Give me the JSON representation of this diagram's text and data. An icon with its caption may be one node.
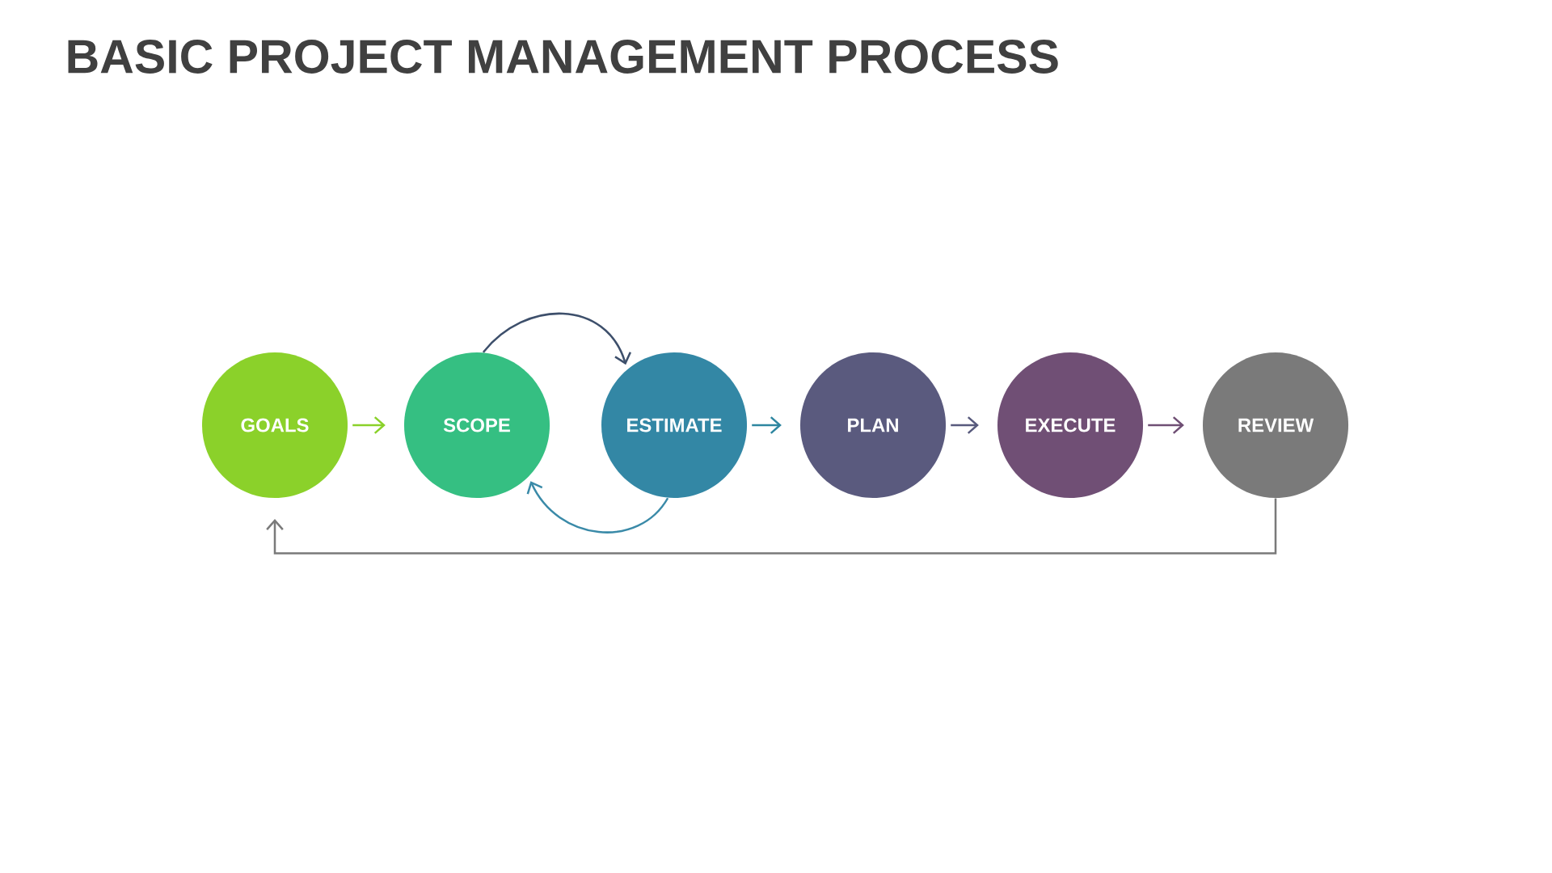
{
  "diagram": {
    "title": "BASIC PROJECT MANAGEMENT PROCESS",
    "nodes": [
      {
        "text": [
          "GOALS"
        ]
      },
      {
        "text": [
          "SCOPE"
        ]
      },
      {
        "text": [
          "ESTIMATE"
        ]
      },
      {
        "text": [
          "PLAN"
        ]
      },
      {
        "text": [
          "EXECUTE"
        ]
      },
      {
        "text": [
          "REVIEW"
        ]
      }
    ],
    "edges": [
      {
        "from": 0,
        "to": 1,
        "arrow": "to",
        "color": "#8ad12a"
      },
      {
        "from": 1,
        "to": 2,
        "arrow": "to",
        "color": "#3d4f6b"
      },
      {
        "from": 2,
        "to": 1,
        "arrow": "to",
        "color": "#3a8aa8"
      },
      {
        "from": 2,
        "to": 3,
        "arrow": "to",
        "color": "#2e86a0"
      },
      {
        "from": 3,
        "to": 4,
        "arrow": "to",
        "color": "#585a7d"
      },
      {
        "from": 4,
        "to": 5,
        "arrow": "to",
        "color": "#6f4f74"
      },
      {
        "from": 5,
        "to": 0,
        "arrow": "to",
        "color": "#7a7a7a"
      }
    ]
  }
}
